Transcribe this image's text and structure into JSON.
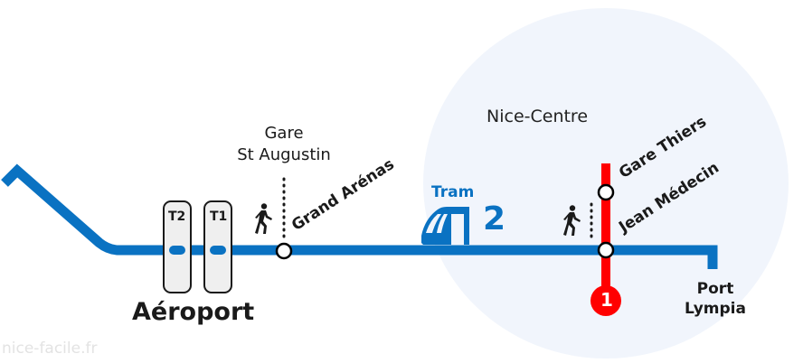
{
  "colors": {
    "tram_line": "#0a72c2",
    "metro_line": "#ff0000",
    "zone_fill": "#f1f5fc",
    "terminal_fill": "#efefef",
    "text": "#1a1a1a",
    "credit": "#e3e3e3"
  },
  "zone": {
    "label": "Nice-Centre"
  },
  "tram": {
    "word": "Tram",
    "number": "2",
    "icon": "tram-icon"
  },
  "line1": {
    "number": "1"
  },
  "airport": {
    "label": "Aéroport",
    "terminals": [
      {
        "label": "T2"
      },
      {
        "label": "T1"
      }
    ]
  },
  "stations": {
    "grand_arenas": "Grand Arénas",
    "gare_st_augustin": {
      "line1": "Gare",
      "line2": "St Augustin"
    },
    "gare_thiers": "Gare Thiers",
    "jean_medecin": "Jean Médecin",
    "port_lympia": {
      "line1": "Port",
      "line2": "Lympia"
    }
  },
  "icons": {
    "walk1": "pedestrian-icon",
    "walk2": "pedestrian-icon"
  },
  "credit": "nice-facile.fr"
}
